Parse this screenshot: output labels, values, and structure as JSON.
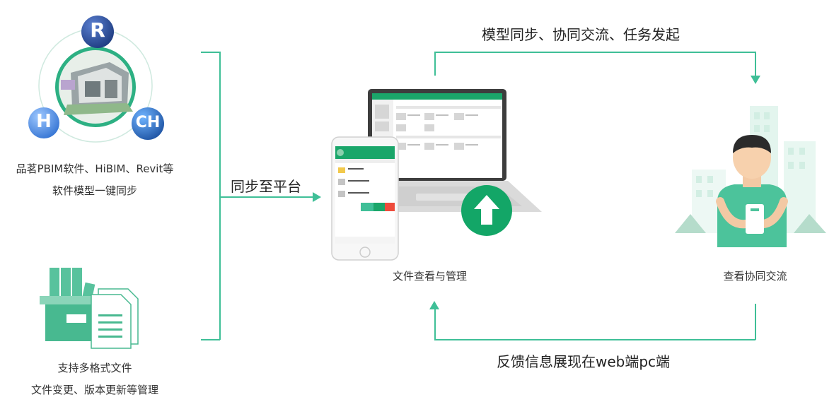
{
  "colors": {
    "accent": "#3fbf97",
    "brand_green": "#1aa66a",
    "upload_green": "#13a667",
    "text": "#333333"
  },
  "left_top": {
    "line1": "品茗PBIM软件、HiBIM、Revit等",
    "line2": "软件模型一键同步"
  },
  "left_bottom": {
    "line1": "支持多格式文件",
    "line2": "文件变更、版本更新等管理"
  },
  "flows": {
    "sync_platform": "同步至平台",
    "top_flow": "模型同步、协同交流、任务发起",
    "bottom_flow": "反馈信息展现在web端pc端"
  },
  "center_caption": "文件查看与管理",
  "right_caption": "查看协同交流",
  "software_icons": {
    "revit": "R",
    "hibim": "H",
    "pbim": "CH"
  },
  "icons": {
    "upload": "upload-arrow-icon",
    "box": "archive-box-icon",
    "documents": "document-stack-icon",
    "user": "person-with-phone-icon"
  }
}
